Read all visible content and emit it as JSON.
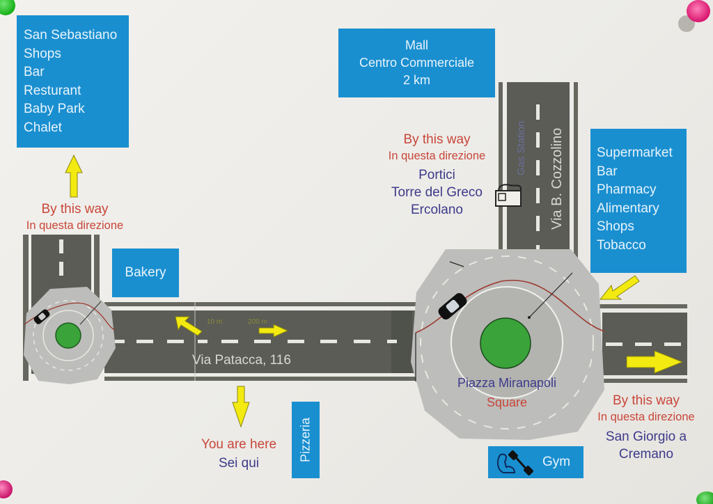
{
  "map": {
    "title": "Directions map",
    "colors": {
      "sign_blue": "#1a8fd0",
      "road_dark": "#5a5c55",
      "roundabout_gray": "#bdbdbb",
      "grass_green": "#3aa33a",
      "arrow_yellow": "#f2ea10",
      "direction_red": "#c8463a",
      "place_purple": "#3d3a8a"
    },
    "signs": {
      "san_sebastiano": [
        "San Sebastiano",
        "Shops",
        "Bar",
        "Resturant",
        "Baby Park",
        "Chalet"
      ],
      "mall": [
        "Mall",
        "Centro Commerciale",
        "2 km"
      ],
      "supermarket": [
        "Supermarket",
        "Bar",
        "Pharmacy",
        "Alimentary",
        "Shops",
        "Tobacco"
      ],
      "bakery": "Bakery",
      "pizzeria": "Pizzeria",
      "gym": "Gym"
    },
    "directions": {
      "north_left": {
        "en": "By this way",
        "it": "In questa direzione"
      },
      "north_center": {
        "en": "By this way",
        "it": "In questa direzione",
        "places": [
          "Portici",
          "Torre del Greco",
          "Ercolano"
        ]
      },
      "east": {
        "en": "By this way",
        "it": "In questa direzione",
        "places": [
          "San Giorgio a",
          "Cremano"
        ]
      }
    },
    "you_are_here": {
      "en": "You are here",
      "it": "Sei qui"
    },
    "roads": {
      "main_street": "Via Patacca, 116",
      "side_street": "Via B. Cozzolino",
      "gas_station": "Gas Station",
      "distance_left": "10 m",
      "distance_right": "200 m"
    },
    "square": {
      "name": "Piazza Miranapoli",
      "subtitle": "Square"
    },
    "icons": [
      "gas-pump-icon",
      "gym-dumbbell-icon",
      "car-icon",
      "arrow-icon",
      "pushpin-icon"
    ]
  }
}
